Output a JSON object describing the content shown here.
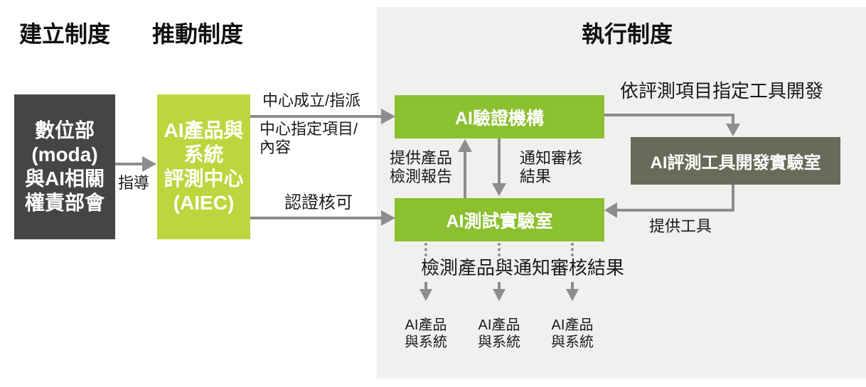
{
  "headers": {
    "establish": "建立制度",
    "promote": "推動制度",
    "execute": "執行制度"
  },
  "boxes": {
    "moda": {
      "line1": "數位部",
      "line2": "(moda)",
      "line3": "與AI相關",
      "line4": "權責部會"
    },
    "aiec": {
      "line1": "AI產品與",
      "line2": "系統",
      "line3": "評測中心",
      "line4": "(AIEC)"
    },
    "verification_body": {
      "label": "AI驗證機構"
    },
    "test_lab": {
      "label": "AI測試實驗室"
    },
    "tool_dev_lab": {
      "label": "AI評測工具開發實驗室"
    }
  },
  "arrow_labels": {
    "guide": "指導",
    "center_establish": "中心成立/指派",
    "center_assign_line1": "中心指定項目/",
    "center_assign_line2": "內容",
    "certify": "認證核可",
    "report_line1": "提供產品",
    "report_line2": "檢測報告",
    "notify_line1": "通知審核",
    "notify_line2": "結果",
    "tool_dev": "依評測項目指定工具開發",
    "provide_tool": "提供工具",
    "inspect_notify": "檢測產品與通知審核結果"
  },
  "products": {
    "line1": "AI產品",
    "line2": "與系統"
  },
  "colors": {
    "dark": "#454545",
    "lime": "#bdd63e",
    "green": "#8bc02f",
    "olive": "#666c59",
    "panel": "#f0f0ef",
    "arrow": "#8d8d8d",
    "ink": "#1a1a1a",
    "boxtext": "#ffffff"
  }
}
